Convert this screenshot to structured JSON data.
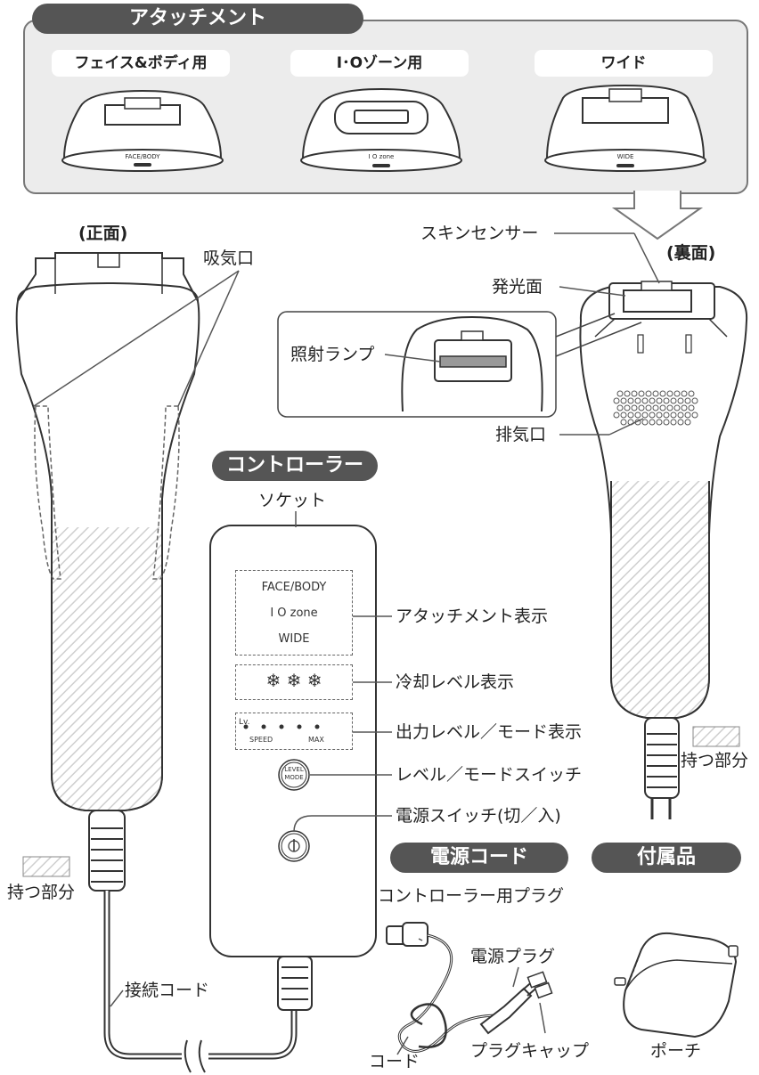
{
  "attachments": {
    "title": "アタッチメント",
    "items": [
      {
        "label": "フェイス&ボディ用",
        "code": "FACE/BODY"
      },
      {
        "label": "I･Oゾーン用",
        "code": "I O zone"
      },
      {
        "label": "ワイド",
        "code": "WIDE"
      }
    ]
  },
  "front": {
    "label": "(正面)",
    "intake": "吸気口",
    "grip": "持つ部分",
    "cord": "接続コード"
  },
  "back": {
    "label": "(裏面)",
    "skin_sensor": "スキンセンサー",
    "emission_face": "発光面",
    "lamp": "照射ランプ",
    "exhaust": "排気口",
    "grip": "持つ部分"
  },
  "controller": {
    "title": "コントローラー",
    "socket": "ソケット",
    "display_codes": [
      "FACE/BODY",
      "I O zone",
      "WIDE"
    ],
    "level_prefix": "Lv.",
    "speed": "SPEED",
    "max": "MAX",
    "button_text_1": "LEVEL",
    "button_text_2": "MODE",
    "callouts": {
      "attachment_display": "アタッチメント表示",
      "cooling_display": "冷却レベル表示",
      "output_display": "出力レベル／モード表示",
      "level_switch": "レベル／モードスイッチ",
      "power_switch": "電源スイッチ(切／入)"
    }
  },
  "power_cord": {
    "title": "電源コード",
    "controller_plug": "コントローラー用プラグ",
    "power_plug": "電源プラグ",
    "cord": "コード",
    "plug_cap": "プラグキャップ"
  },
  "accessories": {
    "title": "付属品",
    "pouch": "ポーチ"
  }
}
